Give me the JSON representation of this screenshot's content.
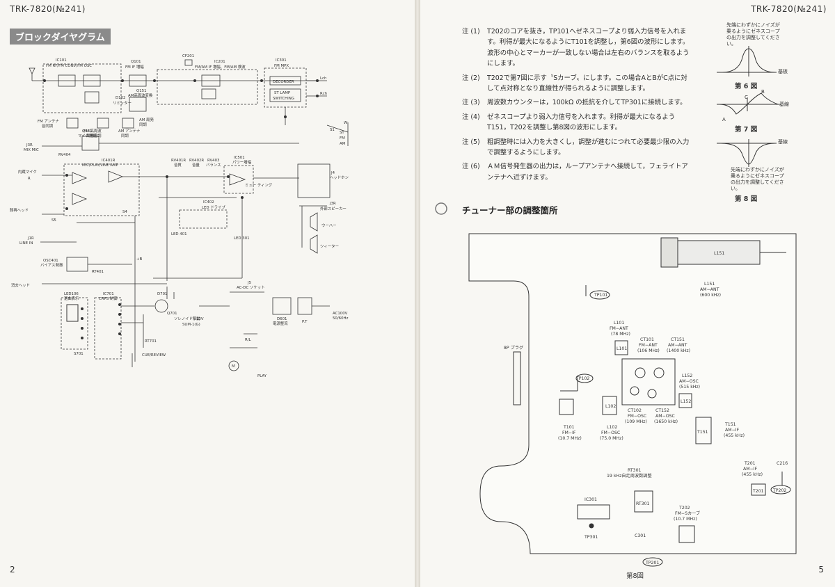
{
  "header": {
    "model_left": "TRK-7820(№241)",
    "model_right": "TRK-7820(№241)"
  },
  "page_numbers": {
    "left": "2",
    "right": "5"
  },
  "left_page": {
    "section_title": "ブロックダイヤグラム",
    "schematic_labels": {
      "ic101": "IC101",
      "ic101_sub": "FM RF/FM CONV/FM OSC",
      "q101": "Q101",
      "q101_sub": "FM IF 増幅",
      "cf201": "CF201",
      "ic201": "IC201",
      "ic201_sub": "FM/AM IF 増幅、FM/AM 検波",
      "ic301": "IC301",
      "ic301_sub": "FM MPX",
      "decorder": "DECORDER",
      "st_lamp": "ST LAMP",
      "switching": "SWITCHING",
      "lch": "Lch",
      "rch": "Rch",
      "q151": "Q151",
      "q151_sub": "AM高周波変換",
      "d102": "D102",
      "d102_sub": "リミッター",
      "fm_ant": "FM アンテナ",
      "fm_ant2": "音同調",
      "fm_bar": "FM 高周波",
      "fm_bar2": "局発同調",
      "am_ant": "AM アンテナ",
      "am_ant2": "同調",
      "am_osc": "AM 局発",
      "am_osc2": "同調",
      "q431": "Q431",
      "q431_sub": "マイク増幅",
      "j3r": "J3R",
      "mix_mic": "MIX MIC",
      "rv404": "RV404",
      "ic401r": "IC401R",
      "ic401r_sub": "MIC/PLAY/LINE AMP",
      "naizo_mic": "内蔵マイク",
      "r": "R",
      "rv401r": "RV401R",
      "rv401r_sub": "音質",
      "rv402r": "RV402R",
      "rv402r_sub": "音量",
      "rv403": "RV403",
      "rv403_sub": "バランス",
      "ic501": "IC501",
      "ic501_sub": "パワー増幅",
      "muting": "ミュー\nティング",
      "j4": "J4",
      "j4_sub": "ヘッドホン",
      "j3r2": "J3R",
      "j3r2_sub": "外部スピーカー",
      "woofer": "ウーハー",
      "tweeter": "ツィーター",
      "ic402": "IC402",
      "ic402_sub": "LED ドライブ",
      "led401": "LED\n401",
      "led301": "LED\n301",
      "rokuon_head": "録再ヘッド",
      "s5": "S5",
      "j1r": "J1R",
      "line_in": "LINE IN",
      "osc401": "OSC401",
      "osc401_sub": "バイアス発振",
      "rt401": "RT401",
      "shokyo_head": "消去ヘッド",
      "led106": "LED106",
      "led106_sub": "選曲表示",
      "ic701": "IC701",
      "ic701_sub": "CRPS 制御",
      "s701": "S701",
      "d701": "D701",
      "q701": "Q701",
      "q701_sub": "ソレノイド駆動",
      "sum": "SUM-1(G)",
      "volt12": "12V",
      "j5": "J5",
      "acdc": "AC-DC ソケット",
      "d601": "D601",
      "d601_sub": "電源整流",
      "pt": "P.T",
      "ac100": "AC100V",
      "ac100_sub": "50/60Hz",
      "cue": "CUE/REVIEW",
      "play": "PLAY",
      "rl": "R/L",
      "s1": "S1",
      "st": "ST",
      "fm": "FM",
      "am": "AM",
      "w": "W",
      "s4": "S4",
      "plus_b": "+B",
      "rt701": "RT701",
      "m": "M"
    }
  },
  "right_page": {
    "notes": [
      {
        "label": "注 (1)",
        "text": "T202のコアを抜き，TP101へゼネスコープより弱入力信号を入れます。利得が最大になるようにT101を調整し，第6図の波形にします。波形の中心とマーカーが一致しない場合は左右のバランスを取るようにします。"
      },
      {
        "label": "注 (2)",
        "text": "T202で第7図に示す〝Sカーブ〟にします。この場合AとBがC点に対して点対称となり直線性が得られるように調整します。"
      },
      {
        "label": "注 (3)",
        "text": "周波数カウンターは，100kΩ の抵抗を介してTP301に接続します。"
      },
      {
        "label": "注 (4)",
        "text": "ゼネスコープより弱入力信号を入れます。利得が最大になるようT151，T202を調整し第8図の波形にします。"
      },
      {
        "label": "注 (5)",
        "text": "粗調整時には入力を大きくし，調整が進むにつれて必要最少限の入力で調整するようにします。"
      },
      {
        "label": "注 (6)",
        "text": "ＡＭ信号発生器の出力は，ループアンテナへ接続して，フェライトアンテナへ近ずけます。"
      }
    ],
    "waveforms": {
      "fig6_caption": "先端にわずかにノイズが乗るようにゼネスコープの出力を調整してください。",
      "fig6_baseline": "基板",
      "fig6_label": "第 6 図",
      "fig7_labels": {
        "a": "A",
        "b": "B",
        "c": "C"
      },
      "fig7_baseline": "基線",
      "fig7_label": "第 7 図",
      "fig8_baseline": "基線",
      "fig8_caption": "先端にわずかにノイズが乗るようにゼネスコープの出力を調整してください。",
      "fig8_label": "第 8 図"
    },
    "tuner_heading": "チューナー部の調整箇所",
    "board": {
      "l151_top": "L151",
      "l151": "L151",
      "l151_sub": "AM−ANT",
      "l151_freq": "(600 kHz)",
      "tp101": "TP101",
      "l101": "L101",
      "l101_sub": "FM−ANT",
      "l101_freq": "(78 MHz)",
      "l101_box": "L101",
      "ct101": "CT101",
      "ct101_sub": "FM−ANT",
      "ct101_freq": "(106 MHz)",
      "ct151": "CT151",
      "ct151_sub": "AM−ANT",
      "ct151_freq": "(1400 kHz)",
      "l152": "L152",
      "l152_sub": "AM−OSC",
      "l152_freq": "(515 kHz)",
      "l152_box": "L152",
      "plug8p": "8P プラグ",
      "tp102": "TP102",
      "t101": "T101",
      "t101_sub": "FM−IF",
      "t101_freq": "(10.7 MHz)",
      "l102_box": "L102",
      "l102": "L102",
      "l102_sub": "FM−OSC",
      "l102_freq": "(75.0 MHz)",
      "ct102": "CT102",
      "ct102_sub": "FM−OSC",
      "ct102_freq": "(109 MHz)",
      "ct152": "CT152",
      "ct152_sub": "AM−OSC",
      "ct152_freq": "(1650 kHz)",
      "t151_box": "T151",
      "t151": "T151",
      "t151_sub": "AM−IF",
      "t151_freq": "(455 kHz)",
      "rt301": "RT301",
      "rt301_sub": "19 kHz自走周波数調整",
      "rt301_box": "RT301",
      "ic301": "IC301",
      "tp301": "TP301",
      "c301": "C301",
      "tp201": "TP201",
      "t202": "T202",
      "t202_sub": "FM−Sカーブ",
      "t202_freq": "(10.7 MHz)",
      "t201": "T201",
      "t201_sub": "AM−IF",
      "t201_freq": "(455 kHz)",
      "t201_box": "T201",
      "c216": "C216",
      "tp202": "TP202",
      "fig_label": "第8図"
    }
  }
}
